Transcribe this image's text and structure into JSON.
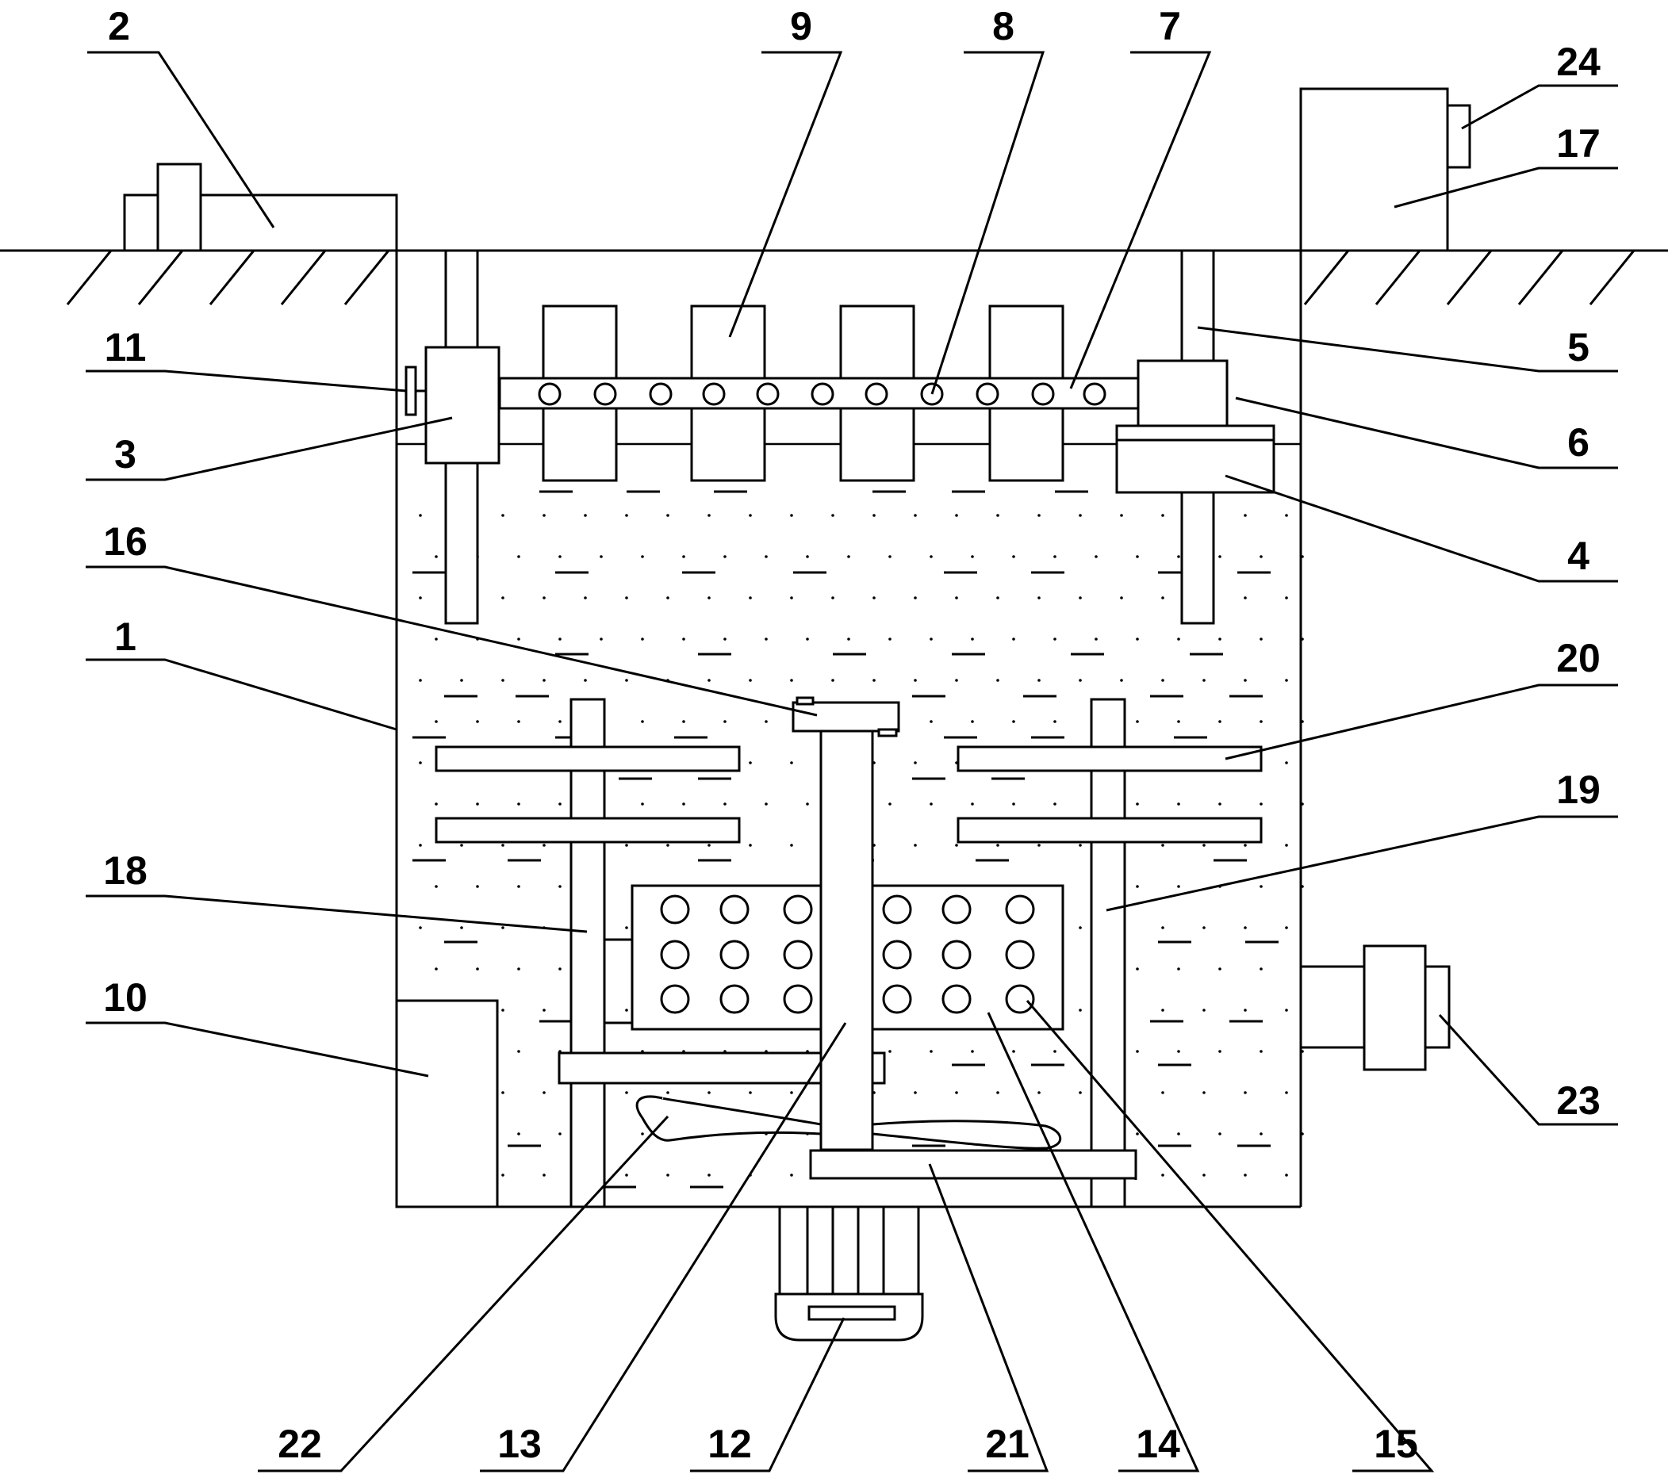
{
  "diagram": {
    "labels": [
      {
        "id": "lbl-2",
        "text": "2"
      },
      {
        "id": "lbl-9",
        "text": "9"
      },
      {
        "id": "lbl-8",
        "text": "8"
      },
      {
        "id": "lbl-7",
        "text": "7"
      },
      {
        "id": "lbl-24",
        "text": "24"
      },
      {
        "id": "lbl-17",
        "text": "17"
      },
      {
        "id": "lbl-11",
        "text": "11"
      },
      {
        "id": "lbl-5",
        "text": "5"
      },
      {
        "id": "lbl-3",
        "text": "3"
      },
      {
        "id": "lbl-6",
        "text": "6"
      },
      {
        "id": "lbl-16",
        "text": "16"
      },
      {
        "id": "lbl-4",
        "text": "4"
      },
      {
        "id": "lbl-1",
        "text": "1"
      },
      {
        "id": "lbl-20",
        "text": "20"
      },
      {
        "id": "lbl-19",
        "text": "19"
      },
      {
        "id": "lbl-18",
        "text": "18"
      },
      {
        "id": "lbl-10",
        "text": "10"
      },
      {
        "id": "lbl-23",
        "text": "23"
      },
      {
        "id": "lbl-22",
        "text": "22"
      },
      {
        "id": "lbl-13",
        "text": "13"
      },
      {
        "id": "lbl-12",
        "text": "12"
      },
      {
        "id": "lbl-21",
        "text": "21"
      },
      {
        "id": "lbl-14",
        "text": "14"
      },
      {
        "id": "lbl-15",
        "text": "15"
      }
    ]
  }
}
